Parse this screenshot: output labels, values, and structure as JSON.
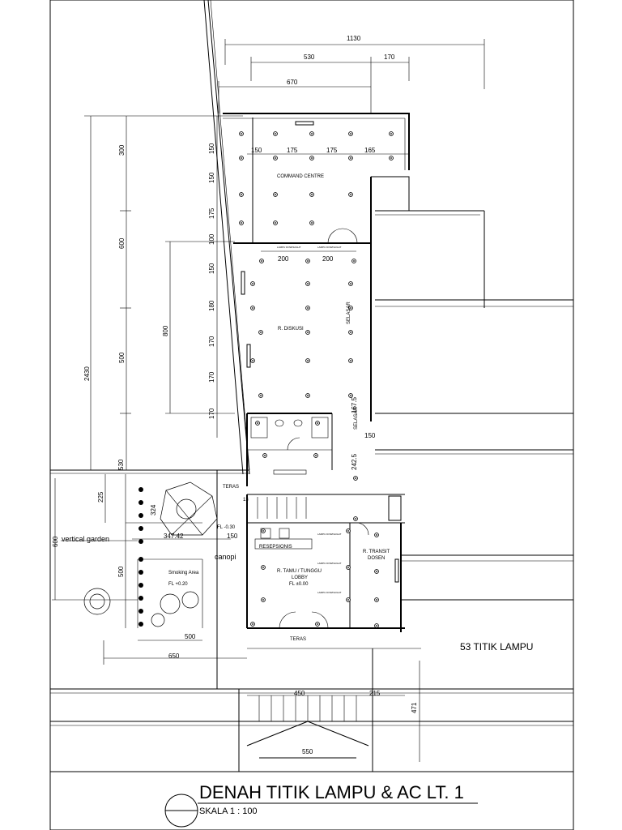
{
  "title": {
    "main": "DENAH TITIK LAMPU & AC LT. 1",
    "scale": "SKALA 1 : 100"
  },
  "note": "53 TITIK LAMPU",
  "rooms": {
    "command_centre": "COMMAND CENTRE",
    "diskusi": "R. DISKUSI",
    "selasar_1": "SELASAR",
    "selasar_2": "SELASAR",
    "teras_1": "TERAS",
    "teras_2": "TERAS",
    "resepsionis": "RESEPSIONIS",
    "lobby_1": "R. TAMU / TUNGGU",
    "lobby_2": "LOBBY",
    "lobby_fl": "FL ±0.00",
    "transit_1": "R. TRANSIT",
    "transit_2": "DOSEN",
    "smoking": "Smoking Area",
    "smoking_fl": "FL +0.20",
    "vertical_garden": "vertical garden",
    "canopi": "canopi",
    "fl_minus": "FL -0.30"
  },
  "dimensions": {
    "top_total": "1130",
    "top_530": "530",
    "top_170": "170",
    "top_670": "670",
    "row_150": "150",
    "row_175a": "175",
    "row_175b": "175",
    "row_165": "165",
    "mid_200a": "200",
    "mid_200b": "200",
    "left_2430": "2430",
    "left_300": "300",
    "left_600": "600",
    "left_500": "500",
    "left_800": "800",
    "v150a": "150",
    "v150b": "150",
    "v175": "175",
    "v100": "100",
    "v150c": "150",
    "v180": "180",
    "v170a": "170",
    "v170b": "170",
    "v170c": "170",
    "sel_167": "167.5",
    "sel_150": "150",
    "sel_242": "242.5",
    "ter_13": "13",
    "d225": "225",
    "d324": "324",
    "d347": "347.42",
    "d150": "150",
    "d600": "600",
    "d500v": "500",
    "d530": "530",
    "d500h": "500",
    "d650": "650",
    "d450": "450",
    "d215": "215",
    "d471": "471",
    "d550": "550"
  },
  "ac_note": "LAMPU DOWNLIGHT"
}
